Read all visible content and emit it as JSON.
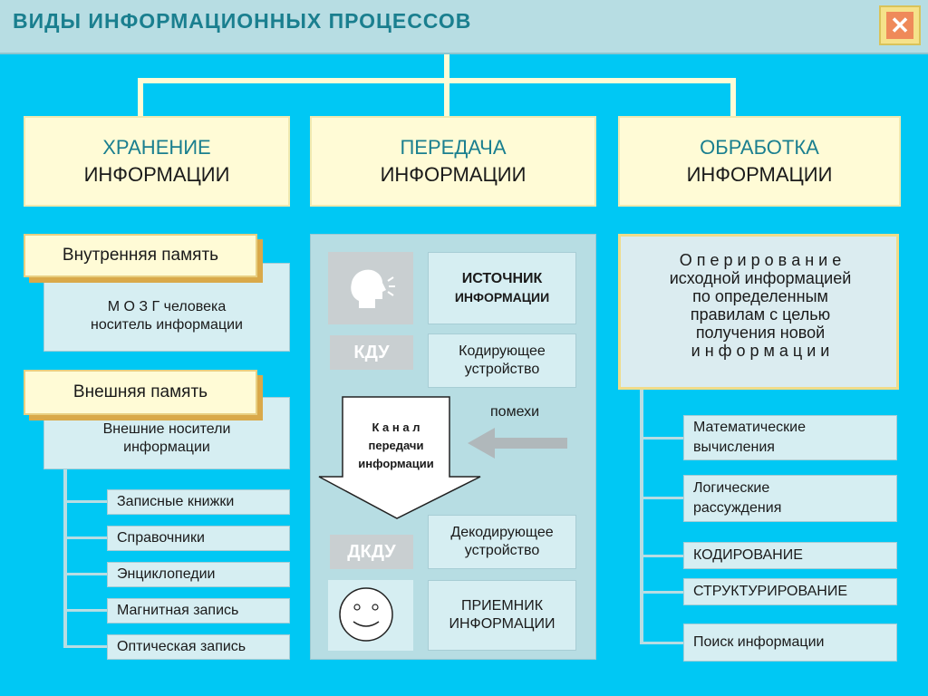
{
  "title": "ВИДЫ  ИНФОРМАЦИОННЫХ  ПРОЦЕССОВ",
  "categories": [
    {
      "line1": "ХРАНЕНИЕ",
      "line2": "ИНФОРМАЦИИ"
    },
    {
      "line1": "ПЕРЕДАЧА",
      "line2": "ИНФОРМАЦИИ"
    },
    {
      "line1": "ОБРАБОТКА",
      "line2": "ИНФОРМАЦИИ"
    }
  ],
  "storage": {
    "internal_label": "Внутренняя  память",
    "internal_desc_1": "М О З Г  человека",
    "internal_desc_2": "носитель  информации",
    "external_label": "Внешняя  память",
    "external_desc_1": "Внешние  носители",
    "external_desc_2": "информации",
    "items": [
      "Записные  книжки",
      "Справочники",
      "Энциклопедии",
      "Магнитная  запись",
      "Оптическая  запись"
    ]
  },
  "transfer": {
    "source_1": "ИСТОЧНИК",
    "source_2": "ИНФОРМАЦИИ",
    "kdu": "КДУ",
    "encoder_1": "Кодирующее",
    "encoder_2": "устройство",
    "noise": "помехи",
    "channel_1": "К а н а л",
    "channel_2": "передачи",
    "channel_3": "информации",
    "decoder_1": "Декодирующее",
    "decoder_2": "устройство",
    "dkdu": "ДКДУ",
    "receiver_1": "ПРИЕМНИК",
    "receiver_2": "ИНФОРМАЦИИ"
  },
  "processing": {
    "desc_lines": [
      "О п е р и р о в а н и е",
      "исходной  информацией",
      "по  определенным",
      "правилам  с  целью",
      "получения  новой",
      "и н ф о р м а ц и и"
    ],
    "items": [
      {
        "l1": "Математические",
        "l2": "вычисления"
      },
      {
        "l1": "Логические",
        "l2": "рассуждения"
      },
      {
        "l1": "КОДИРОВАНИЕ",
        "l2": ""
      },
      {
        "l1": "СТРУКТУРИРОВАНИЕ",
        "l2": ""
      },
      {
        "l1": "Поиск  информации",
        "l2": ""
      }
    ]
  },
  "icons": {
    "close": "close-icon",
    "speaker": "speaking-head-icon",
    "smiley": "smiley-face-icon",
    "down_arrow": "channel-down-arrow",
    "noise_arrow": "noise-left-arrow"
  },
  "colors": {
    "background": "#00c8f4",
    "header": "#b7dde3",
    "title": "#1a7f8f",
    "cream": "#fffbd6"
  }
}
